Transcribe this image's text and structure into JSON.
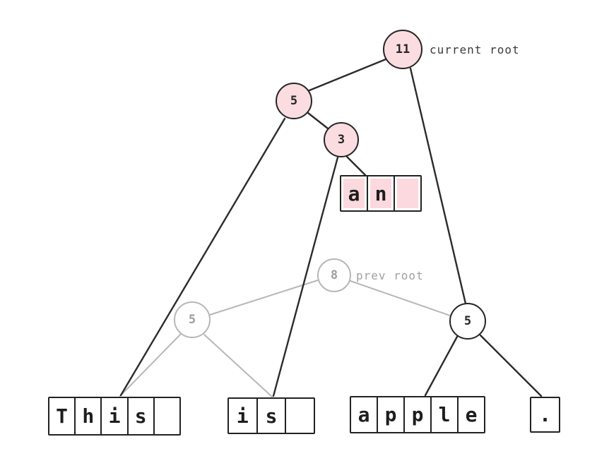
{
  "diagram": {
    "type": "rope-tree",
    "labels": {
      "current_root": "current root",
      "prev_root": "prev root"
    },
    "colors": {
      "highlight_node_fill": "#fbdce1",
      "highlight_cell_fill": "#fbd9de",
      "dark_stroke": "#252525",
      "gray_stroke": "#b7b7b7",
      "dark_text": "#3a3a3a",
      "gray_text": "#a0a0a0",
      "background": "#ffffff"
    },
    "nodes": [
      {
        "id": "root-current",
        "value": "11",
        "style": "pink"
      },
      {
        "id": "internal-5-left",
        "value": "5",
        "style": "pink"
      },
      {
        "id": "internal-3",
        "value": "3",
        "style": "pink"
      },
      {
        "id": "root-prev",
        "value": "8",
        "style": "gray"
      },
      {
        "id": "internal-5-prev",
        "value": "5",
        "style": "gray"
      },
      {
        "id": "internal-5-right",
        "value": "5",
        "style": "dark"
      }
    ],
    "leaves": {
      "an": {
        "text": "an ",
        "cells": [
          "a",
          "n",
          " "
        ]
      },
      "this": {
        "text": "This ",
        "cells": [
          "T",
          "h",
          "i",
          "s",
          " "
        ]
      },
      "is": {
        "text": "is ",
        "cells": [
          "i",
          "s",
          " "
        ]
      },
      "apple": {
        "text": "apple",
        "cells": [
          "a",
          "p",
          "p",
          "l",
          "e"
        ]
      },
      "period": {
        "text": ".",
        "cells": [
          "."
        ]
      }
    }
  }
}
